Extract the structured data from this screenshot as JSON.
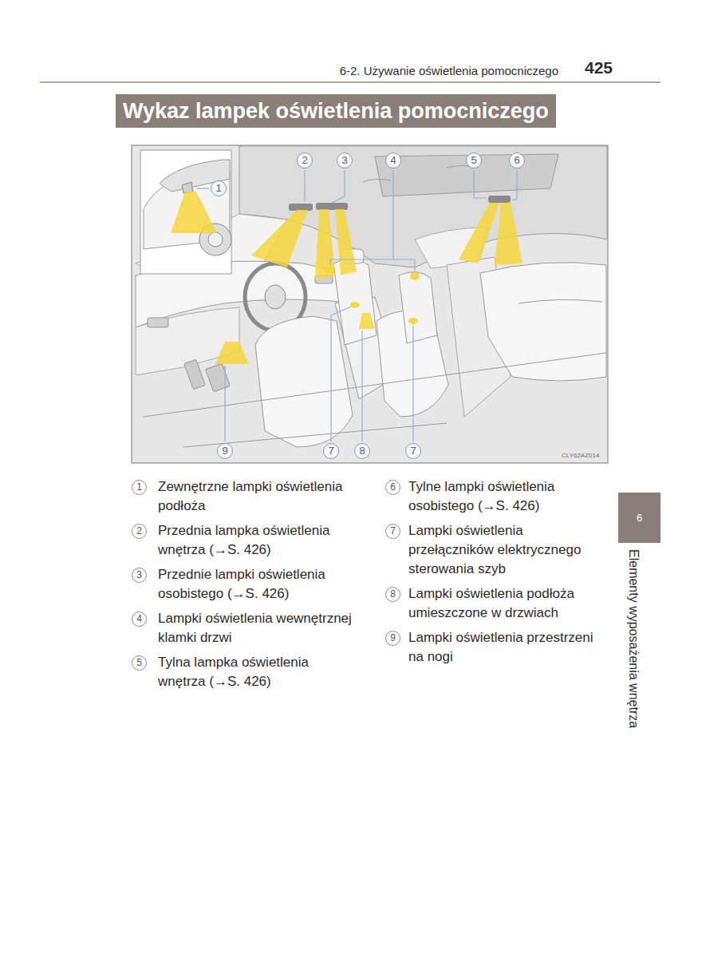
{
  "diagram": {
    "title": "Wykaz lampek oświetlenia pomocniczego",
    "nodes": [
      {
        "text": [
          "6"
        ]
      }
    ],
    "labels": [
      "6-2. Używanie oświetlenia pomocniczego",
      "425",
      "2",
      "3",
      "4",
      "5",
      "6",
      "1",
      "9",
      "7",
      "8",
      "7",
      "CLY62AZ014",
      "1",
      "Zewnętrzne lampki oświetlenia podłoża",
      "2",
      "Przednia lampka oświetlenia wnętrza (→S. 426)",
      "3",
      "Przednie lampki oświetlenia osobistego (→S. 426)",
      "4",
      "Lampki oświetlenia wewnętrznej klamki drzwi",
      "5",
      "Tylna lampka oświetlenia wnętrza (→S. 426)",
      "6",
      "Tylne lampki oświetlenia osobistego (→S. 426)",
      "7",
      "Lampki oświetlenia przełączników elektrycznego sterowania szyb",
      "8",
      "Lampki oświetlenia podłoża umieszczone w drzwiach",
      "9",
      "Lampki oświetlenia przestrzeni na nogi",
      "Elementy wyposażenia wnętrza"
    ]
  }
}
